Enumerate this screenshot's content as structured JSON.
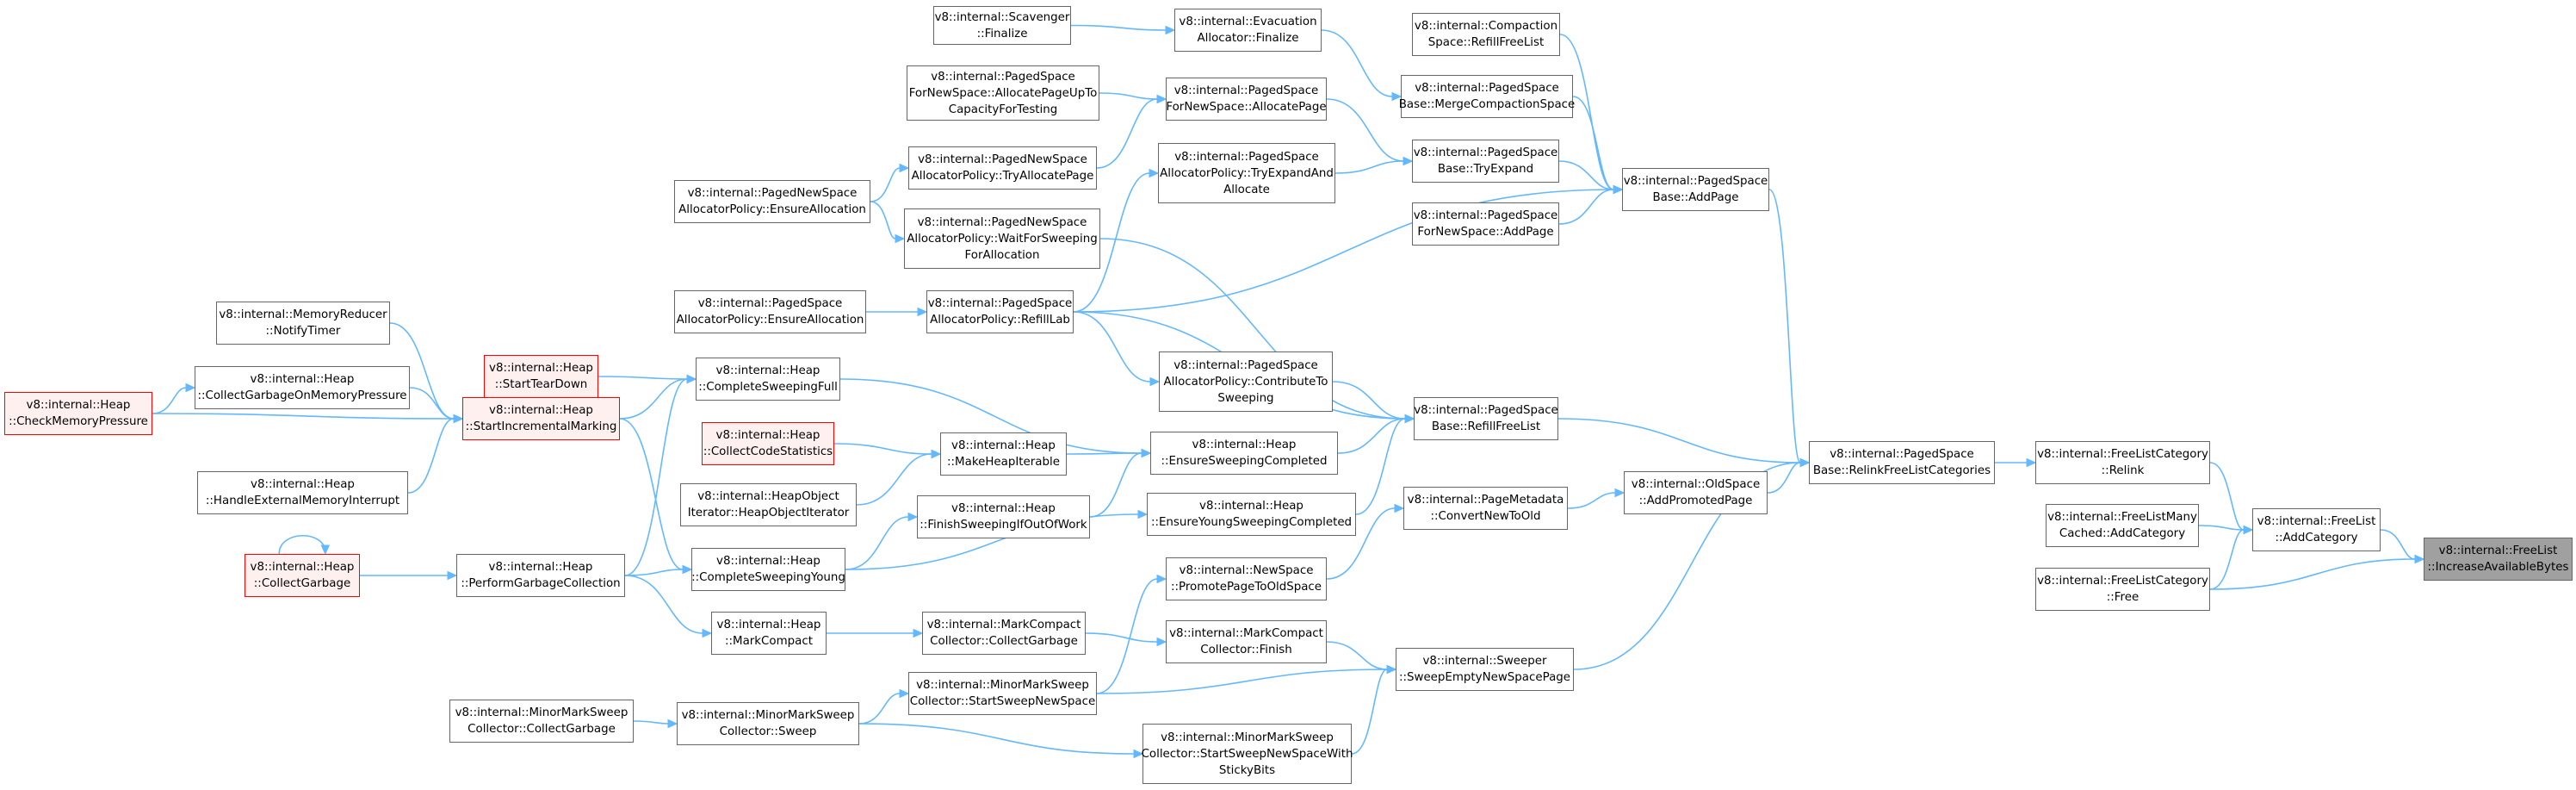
{
  "diagram": {
    "colors": {
      "edge": "#63b8ff",
      "node_border": "#666666",
      "red_border": "#ff0000",
      "red_fill": "#fff0f0",
      "root_fill": "#a0a0a0"
    },
    "nodes": [
      {
        "id": "increase_available_bytes",
        "lines": [
          "v8::internal::FreeList",
          "::IncreaseAvailableBytes"
        ],
        "style": "gray"
      },
      {
        "id": "freelist_addcategory",
        "lines": [
          "v8::internal::FreeList",
          "::AddCategory"
        ],
        "style": "normal"
      },
      {
        "id": "flc_relink",
        "lines": [
          "v8::internal::FreeListCategory",
          "::Relink"
        ],
        "style": "normal"
      },
      {
        "id": "flmc_addcategory",
        "lines": [
          "v8::internal::FreeListMany",
          "Cached::AddCategory"
        ],
        "style": "normal"
      },
      {
        "id": "flc_free",
        "lines": [
          "v8::internal::FreeListCategory",
          "::Free"
        ],
        "style": "normal"
      },
      {
        "id": "relink_free_list_categories",
        "lines": [
          "v8::internal::PagedSpace",
          "Base::RelinkFreeListCategories"
        ],
        "style": "normal"
      },
      {
        "id": "addpage",
        "lines": [
          "v8::internal::PagedSpace",
          "Base::AddPage"
        ],
        "style": "normal"
      },
      {
        "id": "refill_free_list",
        "lines": [
          "v8::internal::PagedSpace",
          "Base::RefillFreeList"
        ],
        "style": "normal"
      },
      {
        "id": "add_promoted_page",
        "lines": [
          "v8::internal::OldSpace",
          "::AddPromotedPage"
        ],
        "style": "normal"
      },
      {
        "id": "sweep_empty_new_space_page",
        "lines": [
          "v8::internal::Sweeper",
          "::SweepEmptyNewSpacePage"
        ],
        "style": "normal"
      },
      {
        "id": "compaction_refill",
        "lines": [
          "v8::internal::Compaction",
          "Space::RefillFreeList"
        ],
        "style": "normal"
      },
      {
        "id": "merge_compaction_space",
        "lines": [
          "v8::internal::PagedSpace",
          "Base::MergeCompactionSpace"
        ],
        "style": "normal"
      },
      {
        "id": "try_expand",
        "lines": [
          "v8::internal::PagedSpace",
          "Base::TryExpand"
        ],
        "style": "normal"
      },
      {
        "id": "fornewspace_addpage",
        "lines": [
          "v8::internal::PagedSpace",
          "ForNewSpace::AddPage"
        ],
        "style": "normal"
      },
      {
        "id": "refill_lab",
        "lines": [
          "v8::internal::PagedSpace",
          "AllocatorPolicy::RefillLab"
        ],
        "style": "normal"
      },
      {
        "id": "evacuation_finalize",
        "lines": [
          "v8::internal::Evacuation",
          "Allocator::Finalize"
        ],
        "style": "normal"
      },
      {
        "id": "scavenger_finalize",
        "lines": [
          "v8::internal::Scavenger",
          "::Finalize"
        ],
        "style": "normal"
      },
      {
        "id": "fornewspace_allocatepage",
        "lines": [
          "v8::internal::PagedSpace",
          "ForNewSpace::AllocatePage"
        ],
        "style": "normal"
      },
      {
        "id": "allocate_page_up_to",
        "lines": [
          "v8::internal::PagedSpace",
          "ForNewSpace::AllocatePageUpTo",
          "CapacityForTesting"
        ],
        "style": "normal"
      },
      {
        "id": "pn_try_allocate_page",
        "lines": [
          "v8::internal::PagedNewSpace",
          "AllocatorPolicy::TryAllocatePage"
        ],
        "style": "normal"
      },
      {
        "id": "ps_try_expand_and_allocate",
        "lines": [
          "v8::internal::PagedSpace",
          "AllocatorPolicy::TryExpandAnd",
          "Allocate"
        ],
        "style": "normal"
      },
      {
        "id": "pn_ensure_allocation",
        "lines": [
          "v8::internal::PagedNewSpace",
          "AllocatorPolicy::EnsureAllocation"
        ],
        "style": "normal"
      },
      {
        "id": "pn_wait_for_sweeping",
        "lines": [
          "v8::internal::PagedNewSpace",
          "AllocatorPolicy::WaitForSweeping",
          "ForAllocation"
        ],
        "style": "normal"
      },
      {
        "id": "ps_ensure_allocation",
        "lines": [
          "v8::internal::PagedSpace",
          "AllocatorPolicy::EnsureAllocation"
        ],
        "style": "normal"
      },
      {
        "id": "ps_contribute_to_sweeping",
        "lines": [
          "v8::internal::PagedSpace",
          "AllocatorPolicy::ContributeTo",
          "Sweeping"
        ],
        "style": "normal"
      },
      {
        "id": "ensure_sweeping_completed",
        "lines": [
          "v8::internal::Heap",
          "::EnsureSweepingCompleted"
        ],
        "style": "normal"
      },
      {
        "id": "ensure_young_sweeping_completed",
        "lines": [
          "v8::internal::Heap",
          "::EnsureYoungSweepingCompleted"
        ],
        "style": "normal"
      },
      {
        "id": "convert_new_to_old",
        "lines": [
          "v8::internal::PageMetadata",
          "::ConvertNewToOld"
        ],
        "style": "normal"
      },
      {
        "id": "promote_page_to_old_space",
        "lines": [
          "v8::internal::NewSpace",
          "::PromotePageToOldSpace"
        ],
        "style": "normal"
      },
      {
        "id": "mc_finish",
        "lines": [
          "v8::internal::MarkCompact",
          "Collector::Finish"
        ],
        "style": "normal"
      },
      {
        "id": "start_sweep_new_space_sticky",
        "lines": [
          "v8::internal::MinorMarkSweep",
          "Collector::StartSweepNewSpaceWith",
          "StickyBits"
        ],
        "style": "normal"
      },
      {
        "id": "memory_reducer_notify_timer",
        "lines": [
          "v8::internal::MemoryReducer",
          "::NotifyTimer"
        ],
        "style": "normal"
      },
      {
        "id": "collect_garbage_on_memory_pressure",
        "lines": [
          "v8::internal::Heap",
          "::CollectGarbageOnMemoryPressure"
        ],
        "style": "normal"
      },
      {
        "id": "check_memory_pressure",
        "lines": [
          "v8::internal::Heap",
          "::CheckMemoryPressure"
        ],
        "style": "red"
      },
      {
        "id": "start_incremental_marking",
        "lines": [
          "v8::internal::Heap",
          "::StartIncrementalMarking"
        ],
        "style": "red"
      },
      {
        "id": "handle_external_memory_interrupt",
        "lines": [
          "v8::internal::Heap",
          "::HandleExternalMemoryInterrupt"
        ],
        "style": "normal"
      },
      {
        "id": "start_tear_down",
        "lines": [
          "v8::internal::Heap",
          "::StartTearDown"
        ],
        "style": "red"
      },
      {
        "id": "complete_sweeping_full",
        "lines": [
          "v8::internal::Heap",
          "::CompleteSweepingFull"
        ],
        "style": "normal"
      },
      {
        "id": "collect_code_statistics",
        "lines": [
          "v8::internal::Heap",
          "::CollectCodeStatistics"
        ],
        "style": "red"
      },
      {
        "id": "make_heap_iterable",
        "lines": [
          "v8::internal::Heap",
          "::MakeHeapIterable"
        ],
        "style": "normal"
      },
      {
        "id": "heap_object_iterator",
        "lines": [
          "v8::internal::HeapObject",
          "Iterator::HeapObjectIterator"
        ],
        "style": "normal"
      },
      {
        "id": "finish_sweeping_if_out_of_work",
        "lines": [
          "v8::internal::Heap",
          "::FinishSweepingIfOutOfWork"
        ],
        "style": "normal"
      },
      {
        "id": "collect_garbage",
        "lines": [
          "v8::internal::Heap",
          "::CollectGarbage"
        ],
        "style": "red"
      },
      {
        "id": "perform_garbage_collection",
        "lines": [
          "v8::internal::Heap",
          "::PerformGarbageCollection"
        ],
        "style": "normal"
      },
      {
        "id": "complete_sweeping_young",
        "lines": [
          "v8::internal::Heap",
          "::CompleteSweepingYoung"
        ],
        "style": "normal"
      },
      {
        "id": "heap_mark_compact",
        "lines": [
          "v8::internal::Heap",
          "::MarkCompact"
        ],
        "style": "normal"
      },
      {
        "id": "mc_collect_garbage",
        "lines": [
          "v8::internal::MarkCompact",
          "Collector::CollectGarbage"
        ],
        "style": "normal"
      },
      {
        "id": "start_sweep_new_space",
        "lines": [
          "v8::internal::MinorMarkSweep",
          "Collector::StartSweepNewSpace"
        ],
        "style": "normal"
      },
      {
        "id": "mms_collect_garbage",
        "lines": [
          "v8::internal::MinorMarkSweep",
          "Collector::CollectGarbage"
        ],
        "style": "normal"
      },
      {
        "id": "mms_sweep",
        "lines": [
          "v8::internal::MinorMarkSweep",
          "Collector::Sweep"
        ],
        "style": "normal"
      }
    ],
    "edges": [
      [
        "freelist_addcategory",
        "increase_available_bytes"
      ],
      [
        "flc_free",
        "increase_available_bytes"
      ],
      [
        "flc_relink",
        "freelist_addcategory"
      ],
      [
        "flmc_addcategory",
        "freelist_addcategory"
      ],
      [
        "flc_free",
        "freelist_addcategory"
      ],
      [
        "relink_free_list_categories",
        "flc_relink"
      ],
      [
        "addpage",
        "relink_free_list_categories"
      ],
      [
        "refill_free_list",
        "relink_free_list_categories"
      ],
      [
        "add_promoted_page",
        "relink_free_list_categories"
      ],
      [
        "sweep_empty_new_space_page",
        "relink_free_list_categories"
      ],
      [
        "compaction_refill",
        "addpage"
      ],
      [
        "merge_compaction_space",
        "addpage"
      ],
      [
        "try_expand",
        "addpage"
      ],
      [
        "fornewspace_addpage",
        "addpage"
      ],
      [
        "refill_lab",
        "addpage"
      ],
      [
        "evacuation_finalize",
        "merge_compaction_space"
      ],
      [
        "scavenger_finalize",
        "evacuation_finalize"
      ],
      [
        "fornewspace_allocatepage",
        "try_expand"
      ],
      [
        "ps_try_expand_and_allocate",
        "try_expand"
      ],
      [
        "allocate_page_up_to",
        "fornewspace_allocatepage"
      ],
      [
        "pn_try_allocate_page",
        "fornewspace_allocatepage"
      ],
      [
        "pn_ensure_allocation",
        "pn_try_allocate_page"
      ],
      [
        "pn_ensure_allocation",
        "pn_wait_for_sweeping"
      ],
      [
        "refill_lab",
        "ps_try_expand_and_allocate"
      ],
      [
        "ps_ensure_allocation",
        "refill_lab"
      ],
      [
        "refill_lab",
        "ps_contribute_to_sweeping"
      ],
      [
        "refill_lab",
        "refill_free_list"
      ],
      [
        "pn_wait_for_sweeping",
        "refill_free_list"
      ],
      [
        "ps_contribute_to_sweeping",
        "refill_free_list"
      ],
      [
        "ensure_sweeping_completed",
        "refill_free_list"
      ],
      [
        "ensure_young_sweeping_completed",
        "refill_free_list"
      ],
      [
        "convert_new_to_old",
        "add_promoted_page"
      ],
      [
        "promote_page_to_old_space",
        "convert_new_to_old"
      ],
      [
        "mc_finish",
        "sweep_empty_new_space_page"
      ],
      [
        "start_sweep_new_space",
        "sweep_empty_new_space_page"
      ],
      [
        "start_sweep_new_space_sticky",
        "sweep_empty_new_space_page"
      ],
      [
        "mc_collect_garbage",
        "mc_finish"
      ],
      [
        "start_sweep_new_space",
        "promote_page_to_old_space"
      ],
      [
        "heap_mark_compact",
        "mc_collect_garbage"
      ],
      [
        "perform_garbage_collection",
        "heap_mark_compact"
      ],
      [
        "mms_sweep",
        "start_sweep_new_space"
      ],
      [
        "mms_sweep",
        "start_sweep_new_space_sticky"
      ],
      [
        "mms_collect_garbage",
        "mms_sweep"
      ],
      [
        "complete_sweeping_full",
        "ensure_sweeping_completed"
      ],
      [
        "make_heap_iterable",
        "ensure_sweeping_completed"
      ],
      [
        "finish_sweeping_if_out_of_work",
        "ensure_sweeping_completed"
      ],
      [
        "complete_sweeping_young",
        "ensure_young_sweeping_completed"
      ],
      [
        "collect_code_statistics",
        "make_heap_iterable"
      ],
      [
        "heap_object_iterator",
        "make_heap_iterable"
      ],
      [
        "complete_sweeping_young",
        "finish_sweeping_if_out_of_work"
      ],
      [
        "start_tear_down",
        "complete_sweeping_full"
      ],
      [
        "start_incremental_marking",
        "complete_sweeping_full"
      ],
      [
        "perform_garbage_collection",
        "complete_sweeping_full"
      ],
      [
        "start_incremental_marking",
        "complete_sweeping_young"
      ],
      [
        "perform_garbage_collection",
        "complete_sweeping_young"
      ],
      [
        "memory_reducer_notify_timer",
        "start_incremental_marking"
      ],
      [
        "collect_garbage_on_memory_pressure",
        "start_incremental_marking"
      ],
      [
        "check_memory_pressure",
        "start_incremental_marking"
      ],
      [
        "handle_external_memory_interrupt",
        "start_incremental_marking"
      ],
      [
        "check_memory_pressure",
        "collect_garbage_on_memory_pressure"
      ],
      [
        "collect_garbage",
        "perform_garbage_collection"
      ],
      [
        "collect_garbage",
        "collect_garbage"
      ]
    ]
  }
}
